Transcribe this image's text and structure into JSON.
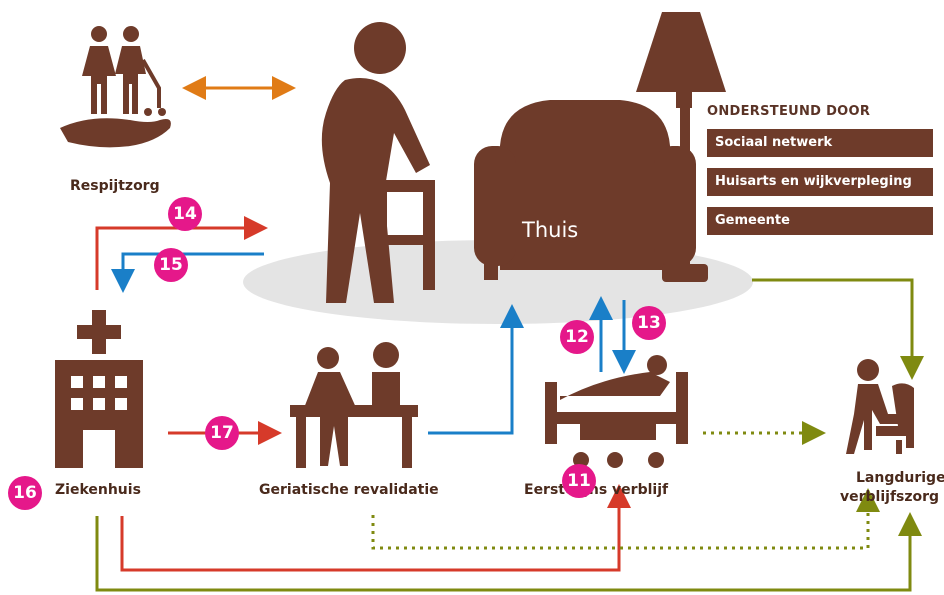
{
  "nodes": {
    "respijtzorg": "Respijtzorg",
    "thuis": "Thuis",
    "ziekenhuis": "Ziekenhuis",
    "geriatrische": "Geriatische revalidatie",
    "eerstelijns": "Eerstelijns verblijf",
    "langdurige_1": "Langdurige",
    "langdurige_2": "verblijfszorg"
  },
  "support": {
    "title": "ONDERSTEUND DOOR",
    "items": [
      "Sociaal netwerk",
      "Huisarts en wijkverpleging",
      "Gemeente"
    ]
  },
  "badges": {
    "b11": "11",
    "b12": "12",
    "b13": "13",
    "b14": "14",
    "b15": "15",
    "b16": "16",
    "b17": "17"
  },
  "colors": {
    "brown": "#6e3b2a",
    "orange": "#e07b16",
    "red": "#d63a2a",
    "blue": "#1a7fc8",
    "olive": "#7f8a10",
    "magenta": "#e5188a",
    "ellipse": "#e4e4e4"
  },
  "icons": [
    "caregivers-hand-icon",
    "elderly-walker-icon",
    "armchair-icon",
    "floor-lamp-icon",
    "hospital-icon",
    "rehabilitation-icon",
    "hospital-bed-icon",
    "elderly-armchair-icon"
  ]
}
